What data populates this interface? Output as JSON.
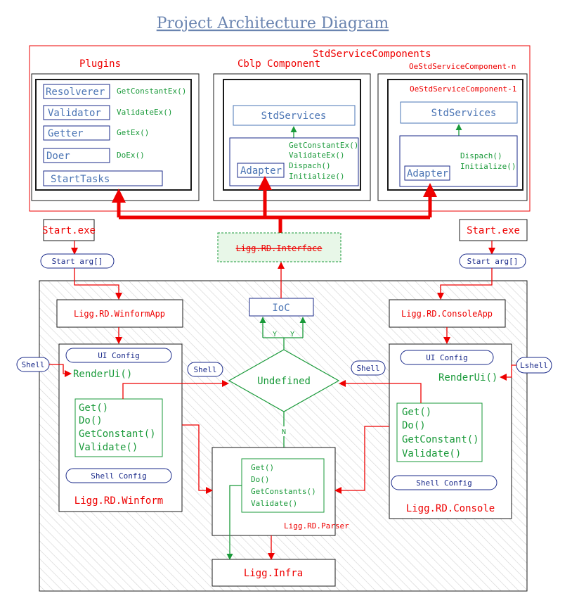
{
  "title": "Project Architecture Diagram",
  "top": {
    "group_label": "StdServiceComponents",
    "plugins": {
      "label": "Plugins",
      "items": [
        {
          "name": "Resolverer",
          "method": "GetConstantEx()"
        },
        {
          "name": "Validator",
          "method": "ValidateEx()"
        },
        {
          "name": "Getter",
          "method": "GetEx()"
        },
        {
          "name": "Doer",
          "method": "DoEx()"
        }
      ],
      "start_tasks": "StartTasks"
    },
    "cblp": {
      "label": "Cblp Component",
      "std_services": "StdServices",
      "adapter": "Adapter",
      "methods": [
        "GetConstantEx()",
        "ValidateEx()",
        "Dispach()",
        "Initialize()"
      ]
    },
    "oestd_n": {
      "label": "OeStdServiceComponent-n",
      "inner_label": "OeStdServiceComponent-1",
      "std_services": "StdServices",
      "adapter": "Adapter",
      "methods": [
        "Dispach()",
        "Initialize()"
      ]
    }
  },
  "interface": "Ligg.RD.Interface",
  "left_start": {
    "exe": "Start.exe",
    "args": "Start arg[]"
  },
  "right_start": {
    "exe": "Start.exe",
    "args": "Start arg[]"
  },
  "ioc": {
    "label": "IoC",
    "y1": "Y",
    "y2": "Y"
  },
  "winform_app": "Ligg.RD.WinformApp",
  "console_app": "Ligg.RD.ConsoleApp",
  "winform": {
    "ui_config": "UI Config",
    "render_ui": "RenderUi()",
    "methods": [
      "Get()",
      "Do()",
      "GetConstant()",
      "Validate()"
    ],
    "shell_config": "Shell Config",
    "name": "Ligg.RD.Winform"
  },
  "console": {
    "ui_config": "UI Config",
    "render_ui": "RenderUi()",
    "methods": [
      "Get()",
      "Do()",
      "GetConstant()",
      "Validate()"
    ],
    "shell_config": "Shell Config",
    "name": "Ligg.RD.Console"
  },
  "shell_left_outer": "Shell",
  "shell_left_inner": "Shell",
  "shell_right_inner": "Shell",
  "lshell": "Lshell",
  "decision": {
    "label": "Undefined",
    "n": "N"
  },
  "parser": {
    "methods": [
      "Get()",
      "Do()",
      "GetConstants()",
      "Validate()"
    ],
    "name": "Ligg.RD.Parser"
  },
  "infra": "Ligg.Infra",
  "colors": {
    "red": "#ee0000",
    "blue": "#1a2a8a",
    "steel": "#4a74b4",
    "green": "#1a9a3a",
    "dark": "#1a1a1a"
  }
}
